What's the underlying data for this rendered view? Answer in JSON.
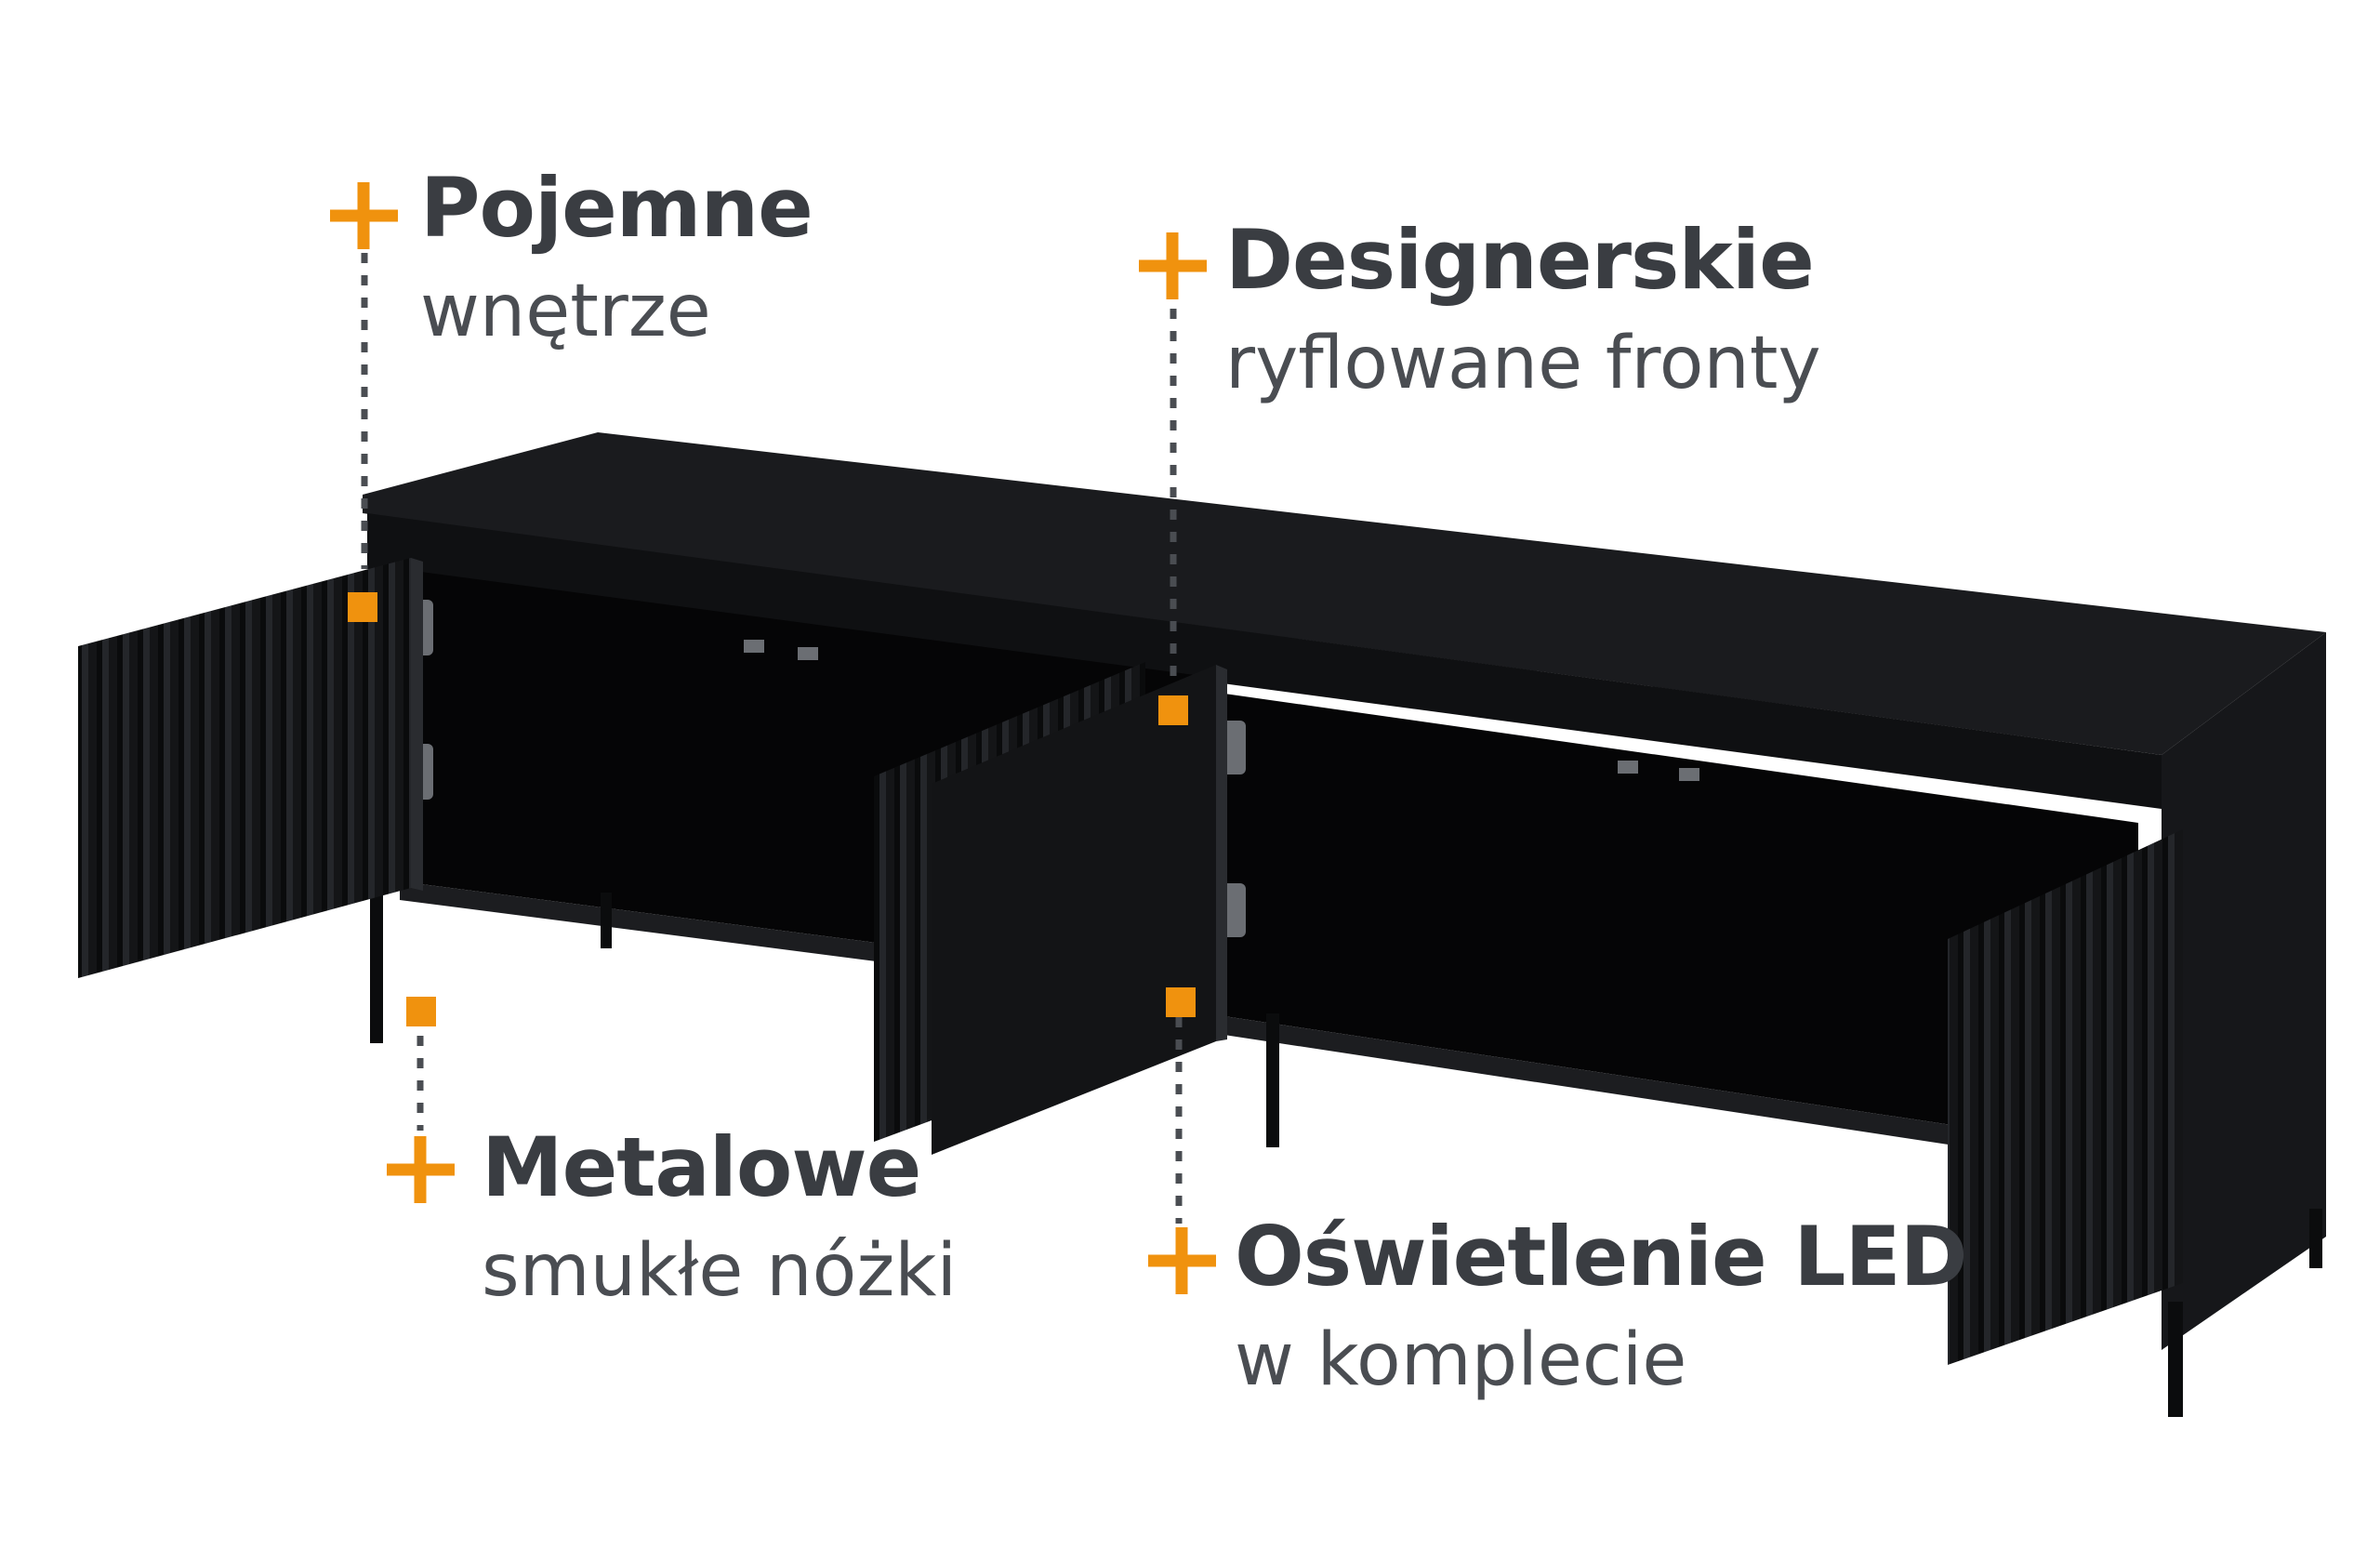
{
  "callouts": [
    {
      "title": "Pojemne",
      "subtitle": "wnętrze"
    },
    {
      "title": "Designerskie",
      "subtitle": "ryflowane fronty"
    },
    {
      "title": "Metalowe",
      "subtitle": "smukłe nóżki"
    },
    {
      "title": "Oświetlenie LED",
      "subtitle": "w komplecie"
    }
  ],
  "colors": {
    "accent": "#f0920e",
    "text": "#3a3d42",
    "dots": "#4a4d52",
    "furniture": "#111214"
  },
  "icons": [
    "plus-icon",
    "marker-square"
  ]
}
